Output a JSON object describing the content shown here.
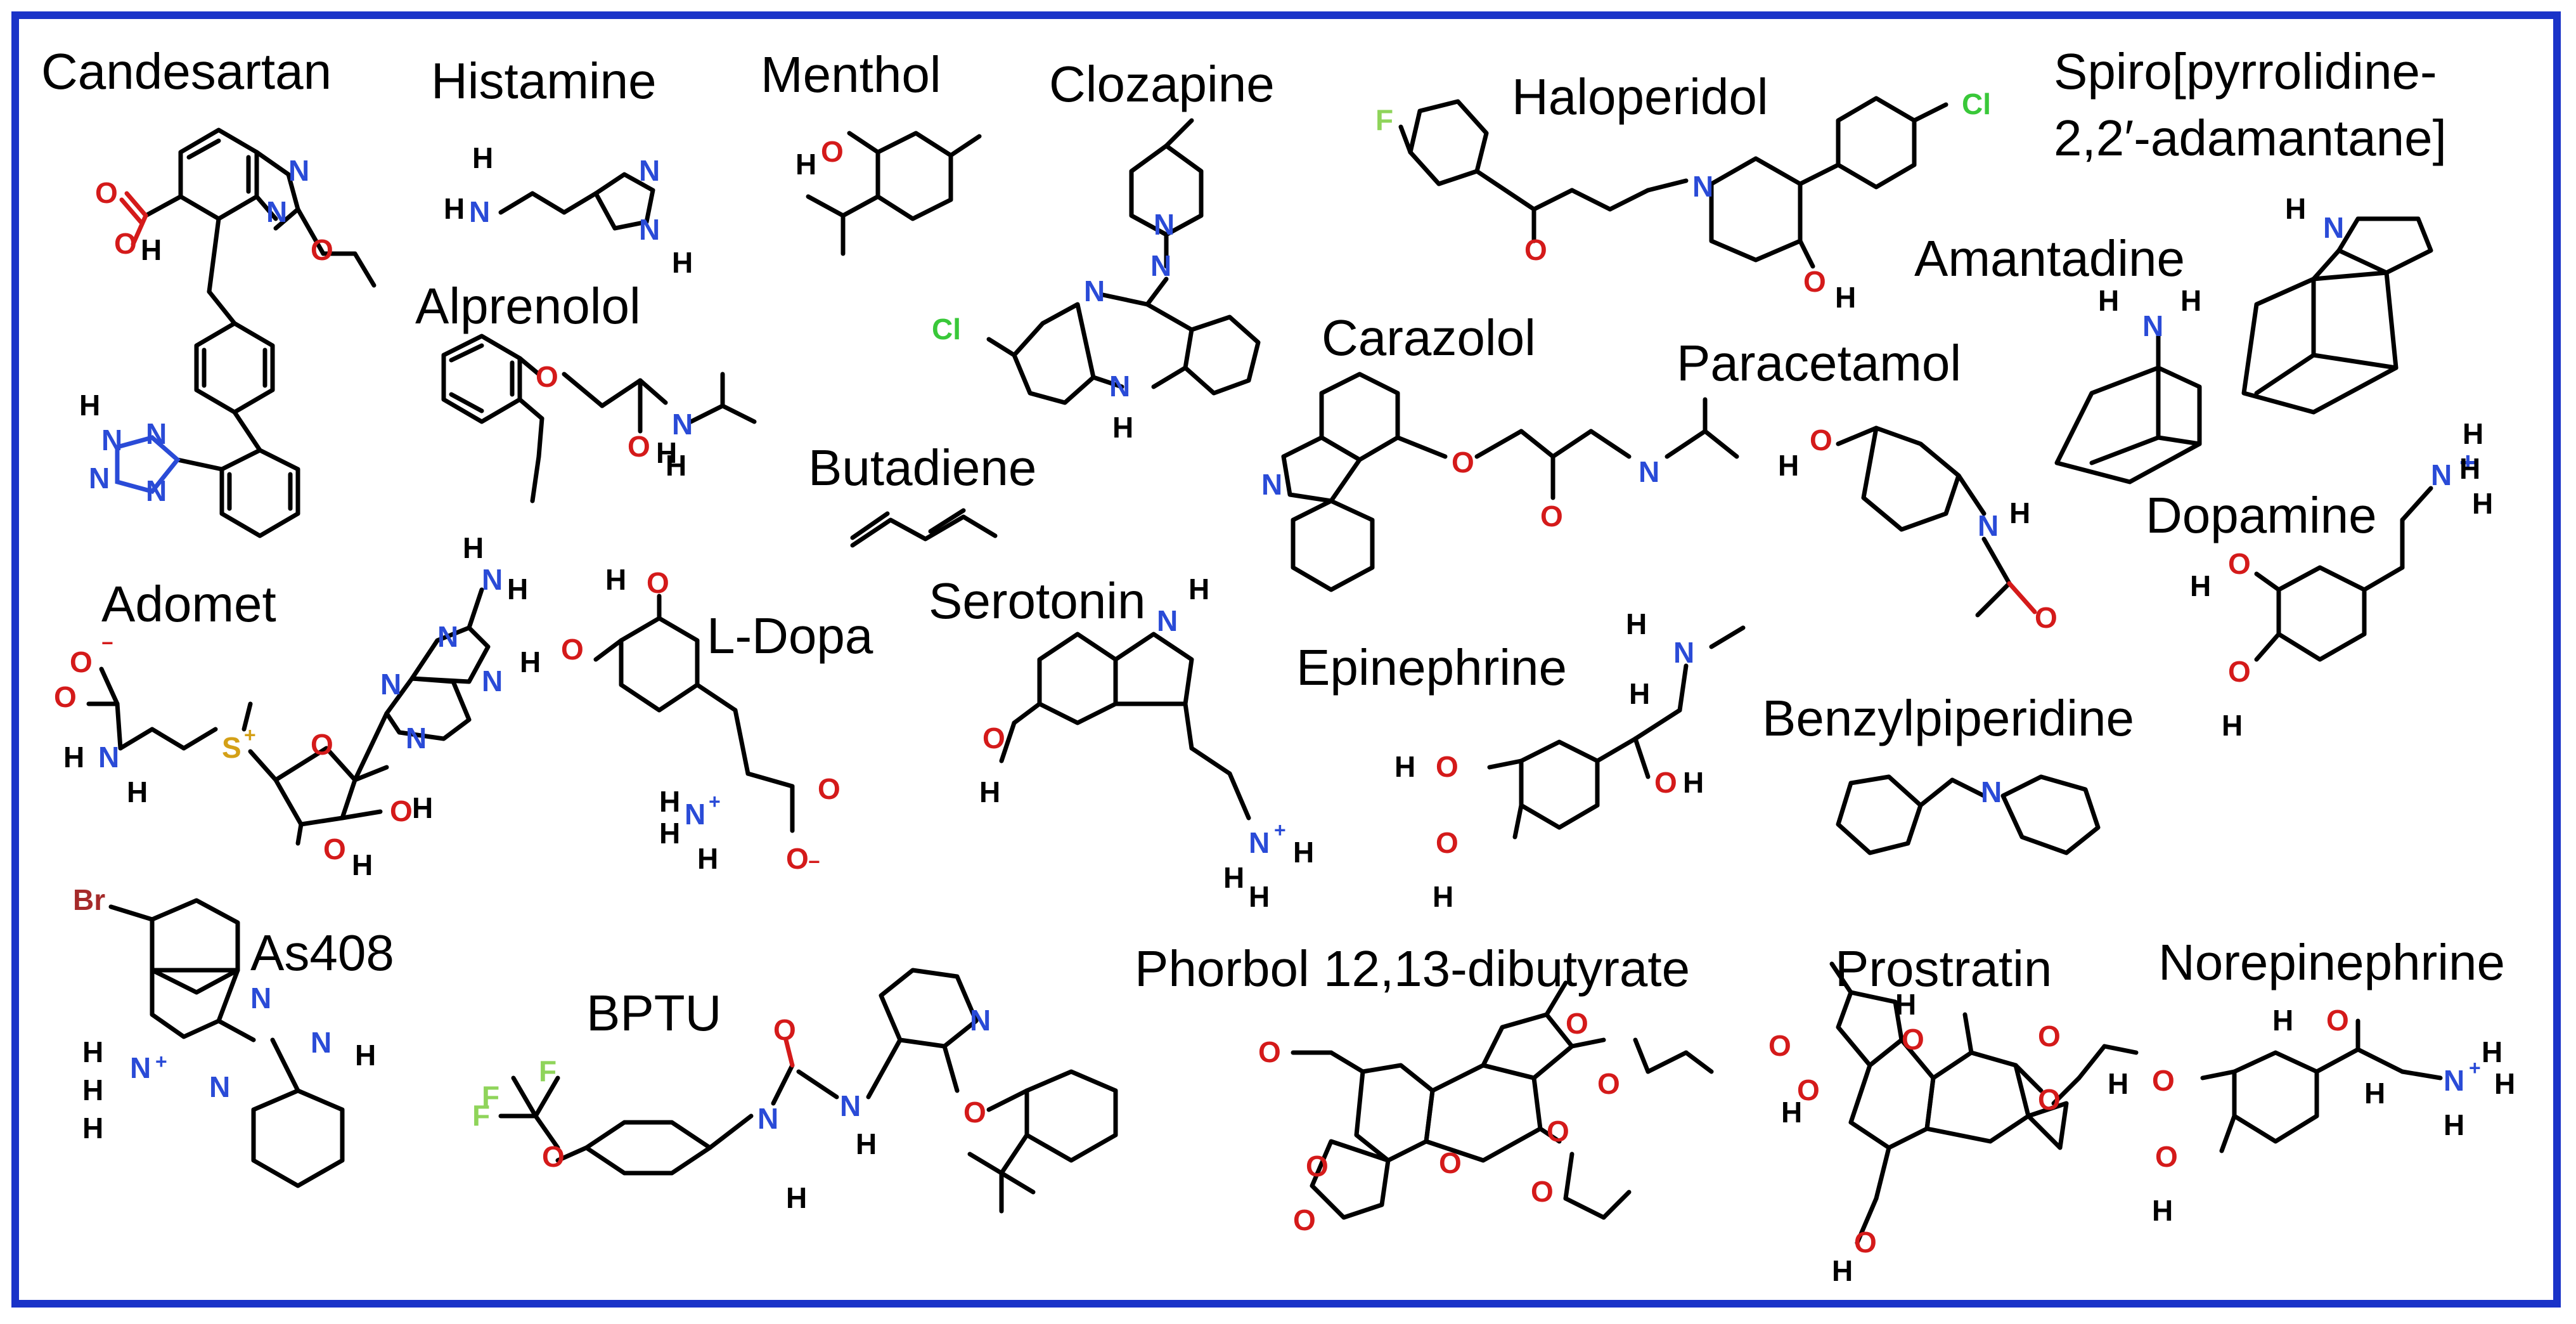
{
  "border_color": "#1a33c8",
  "atom_colors": {
    "O": "#d41a1a",
    "N": "#2a4bd7",
    "Cl": "#39c839",
    "F": "#8fd45a",
    "Br": "#a52a2a",
    "S": "#d4a017"
  },
  "molecules": [
    {
      "label": "Candesartan"
    },
    {
      "label": "Histamine"
    },
    {
      "label": "Menthol"
    },
    {
      "label": "Clozapine"
    },
    {
      "label": "Haloperidol"
    },
    {
      "label": "Spiro[pyrrolidine-",
      "label2": "2,2′-adamantane]"
    },
    {
      "label": "Amantadine"
    },
    {
      "label": "Alprenolol"
    },
    {
      "label": "Carazolol"
    },
    {
      "label": "Paracetamol"
    },
    {
      "label": "Butadiene"
    },
    {
      "label": "Dopamine"
    },
    {
      "label": "Adomet"
    },
    {
      "label": "L-Dopa"
    },
    {
      "label": "Serotonin"
    },
    {
      "label": "Epinephrine"
    },
    {
      "label": "Benzylpiperidine"
    },
    {
      "label": "As408"
    },
    {
      "label": "BPTU"
    },
    {
      "label": "Phorbol 12,13-dibutyrate"
    },
    {
      "label": "Prostratin"
    },
    {
      "label": "Norepinephrine"
    }
  ],
  "atom_labels": {
    "O": "O",
    "H": "H",
    "N": "N",
    "Cl": "Cl",
    "F": "F",
    "Br": "Br",
    "S": "S",
    "plus": "+",
    "minus": "−"
  }
}
